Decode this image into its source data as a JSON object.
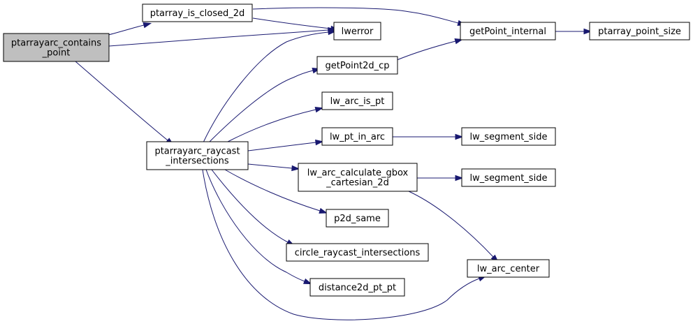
{
  "diagram": {
    "nodes": [
      {
        "id": "root",
        "lines": [
          "ptarrayarc_contains",
          "_point"
        ],
        "root": true
      },
      {
        "id": "closed2d",
        "lines": [
          "ptarray_is_closed_2d"
        ]
      },
      {
        "id": "lwerror",
        "lines": [
          "lwerror"
        ]
      },
      {
        "id": "raycast",
        "lines": [
          "ptarrayarc_raycast",
          "_intersections"
        ]
      },
      {
        "id": "getPointInternal",
        "lines": [
          "getPoint_internal"
        ]
      },
      {
        "id": "pointSize",
        "lines": [
          "ptarray_point_size"
        ]
      },
      {
        "id": "getPoint2d",
        "lines": [
          "getPoint2d_cp"
        ]
      },
      {
        "id": "arcIsPt",
        "lines": [
          "lw_arc_is_pt"
        ]
      },
      {
        "id": "ptInArc",
        "lines": [
          "lw_pt_in_arc"
        ]
      },
      {
        "id": "segSide1",
        "lines": [
          "lw_segment_side"
        ]
      },
      {
        "id": "gbox",
        "lines": [
          "lw_arc_calculate_gbox",
          "_cartesian_2d"
        ]
      },
      {
        "id": "segSide2",
        "lines": [
          "lw_segment_side"
        ]
      },
      {
        "id": "p2dSame",
        "lines": [
          "p2d_same"
        ]
      },
      {
        "id": "circle",
        "lines": [
          "circle_raycast_intersections"
        ]
      },
      {
        "id": "arcCenter",
        "lines": [
          "lw_arc_center"
        ]
      },
      {
        "id": "distance",
        "lines": [
          "distance2d_pt_pt"
        ]
      }
    ],
    "edges": [
      {
        "from": "root",
        "to": "closed2d"
      },
      {
        "from": "root",
        "to": "lwerror"
      },
      {
        "from": "root",
        "to": "raycast"
      },
      {
        "from": "closed2d",
        "to": "getPointInternal"
      },
      {
        "from": "closed2d",
        "to": "lwerror"
      },
      {
        "from": "getPointInternal",
        "to": "pointSize"
      },
      {
        "from": "raycast",
        "to": "lwerror"
      },
      {
        "from": "raycast",
        "to": "getPoint2d"
      },
      {
        "from": "raycast",
        "to": "arcIsPt"
      },
      {
        "from": "raycast",
        "to": "ptInArc"
      },
      {
        "from": "raycast",
        "to": "gbox"
      },
      {
        "from": "raycast",
        "to": "p2dSame"
      },
      {
        "from": "raycast",
        "to": "circle"
      },
      {
        "from": "raycast",
        "to": "distance"
      },
      {
        "from": "raycast",
        "to": "arcCenter"
      },
      {
        "from": "getPoint2d",
        "to": "getPointInternal"
      },
      {
        "from": "ptInArc",
        "to": "segSide1"
      },
      {
        "from": "gbox",
        "to": "segSide2"
      },
      {
        "from": "gbox",
        "to": "arcCenter"
      }
    ]
  }
}
